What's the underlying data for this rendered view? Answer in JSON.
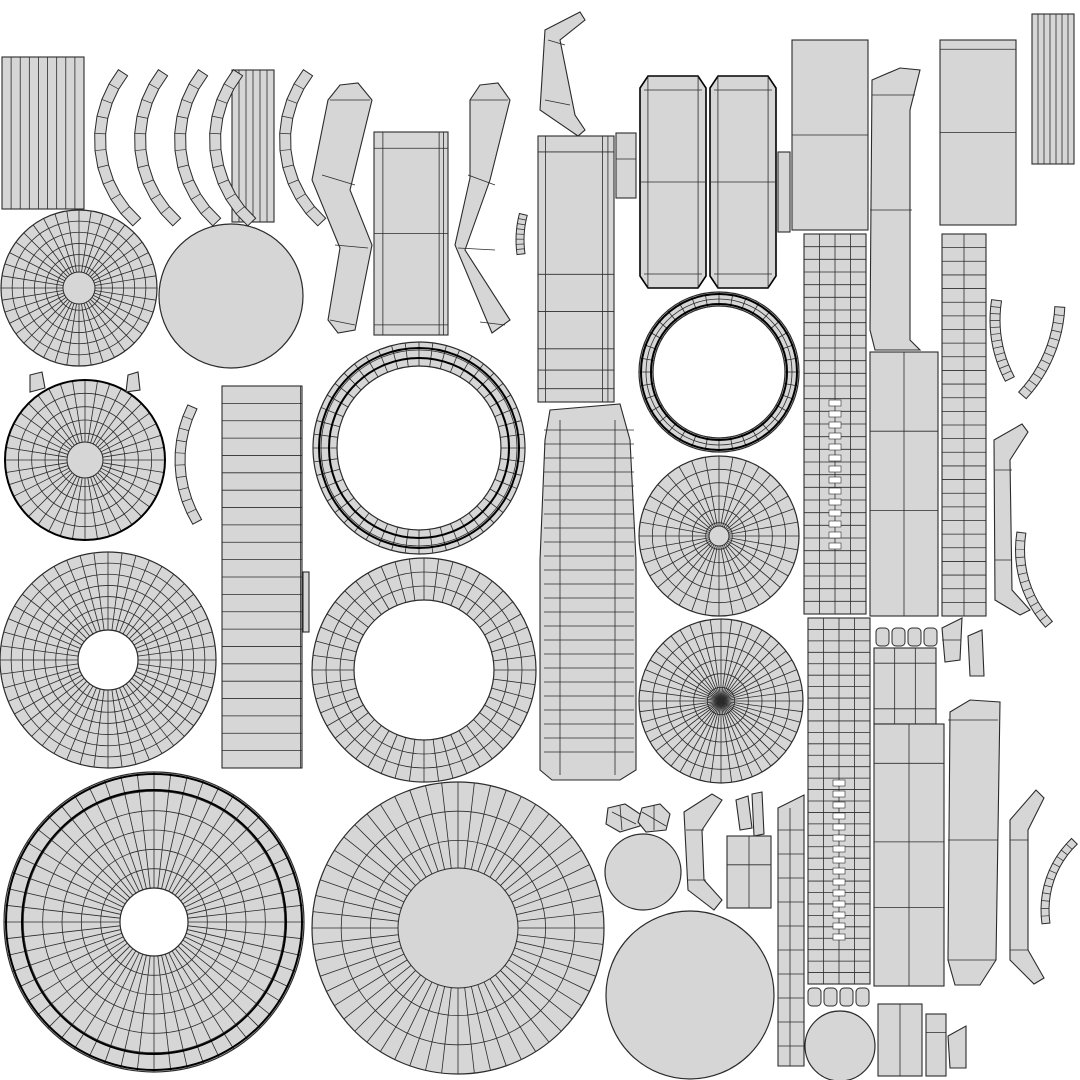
{
  "colors": {
    "background": "#ffffff",
    "island_fill": "#d6d6d6",
    "edge": "#2b2b2b",
    "seam": "#000000"
  },
  "islands": [
    {
      "kind": "strip",
      "name": "uv-island-band-strip-a"
    },
    {
      "kind": "curve",
      "name": "uv-island-curved-strip"
    },
    {
      "kind": "disc",
      "name": "uv-island-radial-disc"
    },
    {
      "kind": "disc",
      "name": "uv-island-plain-disc"
    },
    {
      "kind": "bent",
      "name": "uv-island-bent-strip"
    },
    {
      "kind": "grid",
      "name": "uv-island-grid-panel"
    },
    {
      "kind": "ring",
      "name": "uv-island-ring"
    },
    {
      "kind": "capsule",
      "name": "uv-island-capsule-panel"
    },
    {
      "kind": "band",
      "name": "uv-island-watch-band"
    },
    {
      "kind": "lug",
      "name": "uv-island-lug-piece"
    }
  ]
}
